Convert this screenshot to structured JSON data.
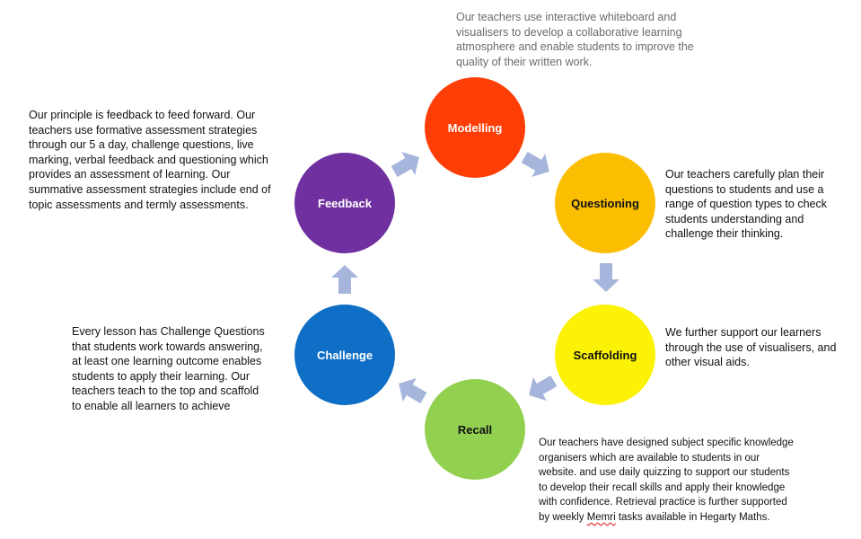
{
  "nodes": {
    "modelling": {
      "label": "Modelling",
      "color": "#fe3e06",
      "text_color": "#ffffff"
    },
    "questioning": {
      "label": "Questioning",
      "color": "#fbbe01",
      "text_color": "#111111"
    },
    "scaffolding": {
      "label": "Scaffolding",
      "color": "#fbf205",
      "text_color": "#111111"
    },
    "recall": {
      "label": "Recall",
      "color": "#92d050",
      "text_color": "#111111"
    },
    "challenge": {
      "label": "Challenge",
      "color": "#0f6fc6",
      "text_color": "#ffffff"
    },
    "feedback": {
      "label": "Feedback",
      "color": "#7030a0",
      "text_color": "#ffffff"
    }
  },
  "arrow_color": "#a5b5dc",
  "notes": {
    "modelling_lines": [
      "Our teachers use interactive whiteboard and",
      "visualisers to develop a collaborative learning",
      "atmosphere and enable students to improve the",
      "quality of their written work."
    ],
    "questioning_lines": [
      "Our teachers carefully plan their",
      "questions to students and use a",
      "range of question types to check",
      "students understanding and",
      "challenge their thinking."
    ],
    "scaffolding_lines": [
      "We further support our learners",
      "through the use of visualisers, and",
      "other visual aids."
    ],
    "recall_lines": [
      "Our teachers have designed subject specific knowledge",
      "organisers which are available to students in our",
      "website.  and use daily quizzing to support our students",
      "to develop their recall skills and apply their knowledge",
      "with confidence. Retrieval practice is further supported"
    ],
    "recall_last": {
      "pre": "by weekly ",
      "squiggle": "Memri",
      "post": " tasks available in Hegarty Maths."
    },
    "challenge_lines": [
      "Every lesson has Challenge Questions",
      "that students work towards answering,",
      "at least one learning outcome enables",
      "students to apply their learning. Our",
      "teachers teach to the top and scaffold",
      "to enable all learners to achieve"
    ],
    "feedback_lines": [
      "Our principle is feedback to feed forward. Our",
      "teachers use formative assessment strategies",
      "through our 5 a day, challenge questions, live",
      "marking, verbal feedback and questioning which",
      "provides an assessment of learning. Our",
      "summative assessment strategies include end of",
      "topic assessments and termly assessments."
    ]
  }
}
